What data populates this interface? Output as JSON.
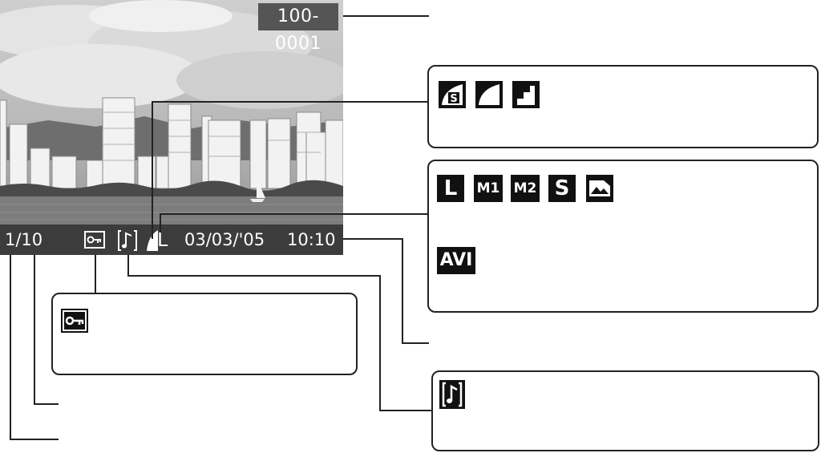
{
  "screen": {
    "file_number": "100-0001",
    "frame_count": "1/10",
    "date": "03/03/'05",
    "time": "10:10",
    "size_indicator": "L"
  },
  "callouts": {
    "compression": {
      "icons": [
        "superfine-icon",
        "fine-icon",
        "normal-icon"
      ],
      "superfine_glyph": "S"
    },
    "recording_pixels": {
      "icons": [
        "large-icon",
        "medium1-icon",
        "medium2-icon",
        "small-icon",
        "postcard-icon"
      ],
      "large_label": "L",
      "medium1_label": "M1",
      "medium2_label": "M2",
      "small_label": "S",
      "movie_label": "AVI"
    },
    "protect": {
      "icon": "key-icon"
    },
    "sound_memo": {
      "icon": "music-note-icon"
    }
  },
  "colors": {
    "status_bar": "#3c3c3c",
    "file_no_bg": "#555555",
    "line": "#222222",
    "icon_fill": "#111111"
  }
}
